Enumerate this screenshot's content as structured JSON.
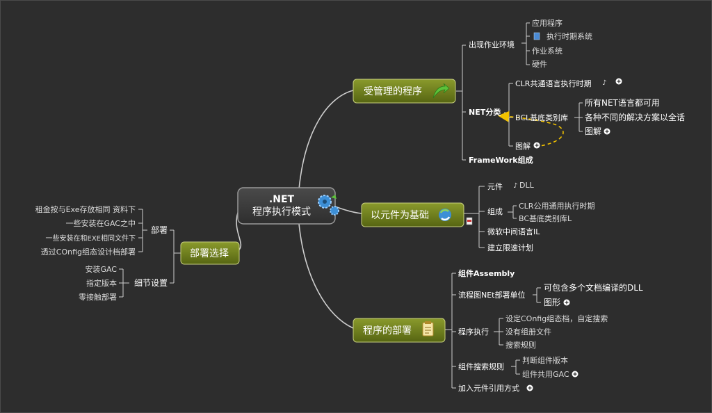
{
  "central": {
    "line1": ".NET",
    "line2": "程序执行模式",
    "icon": "gears-icon"
  },
  "colors": {
    "background": "#2d2d2d",
    "branch_green": "#6c7d1c",
    "central_dark": "#3a3a3a",
    "connector": "#cfcfcf",
    "text": "#ffffff",
    "relation": "#f2c200"
  },
  "b1": {
    "label": "受管理的程序",
    "icon": "green-arrow-icon",
    "env": {
      "label": "出现作业环境",
      "items": [
        "应用程序",
        "执行时期系统",
        "作业系统",
        "硬件"
      ],
      "item_icon": "book-icon"
    },
    "net": {
      "label": "NET分类",
      "clr": "CLR共通语言执行时期",
      "bcl": "BCL基底类别库",
      "bcl_items": [
        "所有NET语言都可用",
        "各种不同的解决方案以全话",
        "图解"
      ],
      "tujie": "图解"
    },
    "fw": "FrameWork组成"
  },
  "b2": {
    "label": "以元件为基础",
    "icon": "refresh-icon",
    "yuanjian": {
      "label": "元件",
      "dll": "DLL"
    },
    "zucheng": {
      "label": "组成",
      "items": [
        "CLR公用通用执行时期",
        "BC基底类别库L"
      ]
    },
    "il": "微软中间语言IL",
    "jit": "建立限速计划"
  },
  "b3": {
    "label": "程序的部署",
    "icon": "clipboard-icon",
    "assembly": "组件Assembly",
    "flow": {
      "label": "流程图NEt部署单位",
      "items": [
        "可包含多个文档编译的DLL",
        "图形"
      ]
    },
    "exec": {
      "label": "程序执行",
      "items": [
        "设定COnfig组态档，自定搜索",
        "没有组册文件",
        "搜索规则"
      ]
    },
    "search": {
      "label": "组件搜索规则",
      "items": [
        "判断组件版本",
        "组件共用GAC"
      ]
    },
    "ref": "加入元件引用方式"
  },
  "b4": {
    "label": "部署选择",
    "bushu": {
      "label": "部署",
      "items": [
        "租金按与Exe存放相同 资料下",
        "一些安装在GAC之中",
        "一些安装在和EXE相同文件下",
        "透过COnfig组态设计档部署"
      ]
    },
    "detail": {
      "label": "细节设置",
      "items": [
        "安装GAC",
        "指定版本",
        "零接触部署"
      ]
    }
  }
}
